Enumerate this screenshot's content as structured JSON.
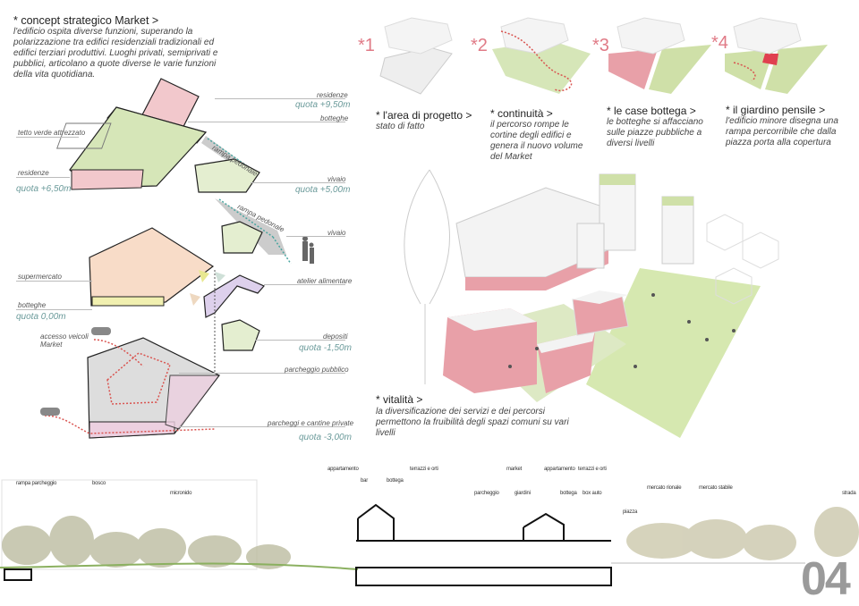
{
  "concept": {
    "title": "* concept strategico Market >",
    "text": "l'edificio ospita diverse funzioni, superando la polarizzazione tra edifici residenziali tradizionali ed edifici terziari produttivi. Luoghi privati, semiprivati e pubblici, articolano a quote diverse le varie funzioni della vita quotidiana."
  },
  "levels": {
    "residenze_top": "residenze",
    "quota_950": "quota +9,50m",
    "botteghe_top": "botteghe",
    "tetto": "tetto verde attrezzato",
    "rampa1": "rampa pedonale",
    "residenze_left": "residenze",
    "quota_650": "quota +6,50m",
    "vivaio1": "vivaio",
    "quota_500": "quota +5,00m",
    "rampa2": "rampa pedonale",
    "vivaio2": "vivaio",
    "supermercato": "supermercato",
    "atelier": "atelier alimentare",
    "botteghe_left": "botteghe",
    "quota_000": "quota 0,00m",
    "accesso": "accesso veicoli Market",
    "depositi": "depositi",
    "quota_150": "quota -1,50m",
    "parcheggio_pubblico": "parcheggio pubblico",
    "parcheggi_private": "parcheggi e cantine private",
    "quota_300": "quota -3,00m"
  },
  "steps": [
    {
      "num": "*1",
      "title": "* l'area di progetto >",
      "text": "stato di fatto"
    },
    {
      "num": "*2",
      "title": "* continuità >",
      "text": "il percorso rompe le cortine degli edifici e genera il nuovo volume del Market"
    },
    {
      "num": "*3",
      "title": "* le case bottega >",
      "text": "le botteghe si affacciano sulle piazze pubbliche a diversi livelli"
    },
    {
      "num": "*4",
      "title": "* il giardino pensile >",
      "text": "l'edificio minore disegna una rampa percorribile che dalla piazza porta alla copertura"
    }
  ],
  "vitalita": {
    "title": "* vitalità >",
    "text": "la diversificazione dei servizi e dei percorsi permettono la fruibilità degli spazi comuni su vari livelli"
  },
  "section_labels": {
    "rampa_parcheggio": "rampa parcheggio",
    "bosco": "bosco",
    "micronido": "micronido",
    "appartamento1": "appartamento",
    "bar": "bar",
    "bottega1": "bottega",
    "terrazzi1": "terrazzi e orti",
    "parcheggio": "parcheggio",
    "market": "market",
    "giardini": "giardini",
    "appartamento2": "appartamento",
    "bottega2": "bottega",
    "terrazzi2": "terrazzi e orti",
    "box_auto": "box auto",
    "piazza": "piazza",
    "mercato_rionale": "mercato rionale",
    "mercato_stabile": "mercato stabile",
    "strada": "strada"
  },
  "page_number": "04",
  "colors": {
    "pink": "#e8a0a8",
    "green": "#cfe0a8",
    "yellow": "#f1f0b0",
    "teal": "#4aa5a0",
    "red": "#d9534f"
  }
}
